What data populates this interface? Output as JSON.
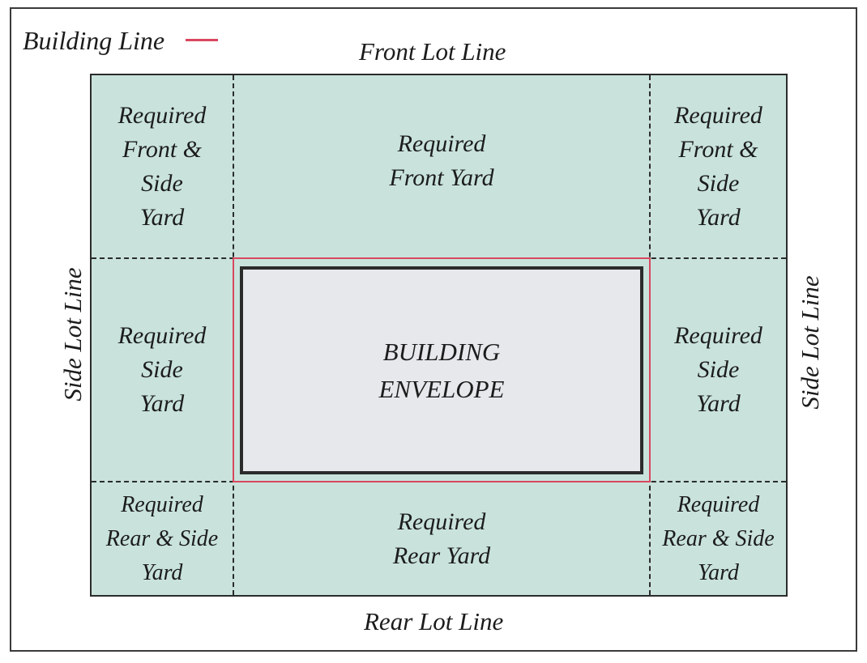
{
  "legend": {
    "label": "Building Line",
    "color": "#d9475f"
  },
  "lot_lines": {
    "front": "Front Lot Line",
    "rear": "Rear Lot Line",
    "side_left": "Side Lot Line",
    "side_right": "Side Lot Line"
  },
  "zones": {
    "top_left": [
      "Required",
      "Front &",
      "Side",
      "Yard"
    ],
    "top_center": [
      "Required",
      "Front Yard"
    ],
    "top_right": [
      "Required",
      "Front &",
      "Side",
      "Yard"
    ],
    "middle_left": [
      "Required",
      "Side",
      "Yard"
    ],
    "middle_right": [
      "Required",
      "Side",
      "Yard"
    ],
    "bottom_left": [
      "Required",
      "Rear & Side",
      "Yard"
    ],
    "bottom_center": [
      "Required",
      "Rear Yard"
    ],
    "bottom_right": [
      "Required",
      "Rear & Side",
      "Yard"
    ]
  },
  "envelope": {
    "line1": "Building",
    "line2": "Envelope"
  },
  "colors": {
    "yard_fill": "#c9e3dc",
    "envelope_fill": "#e6e8ec",
    "building_line": "#d9475f",
    "outline": "#2b2b2b"
  }
}
